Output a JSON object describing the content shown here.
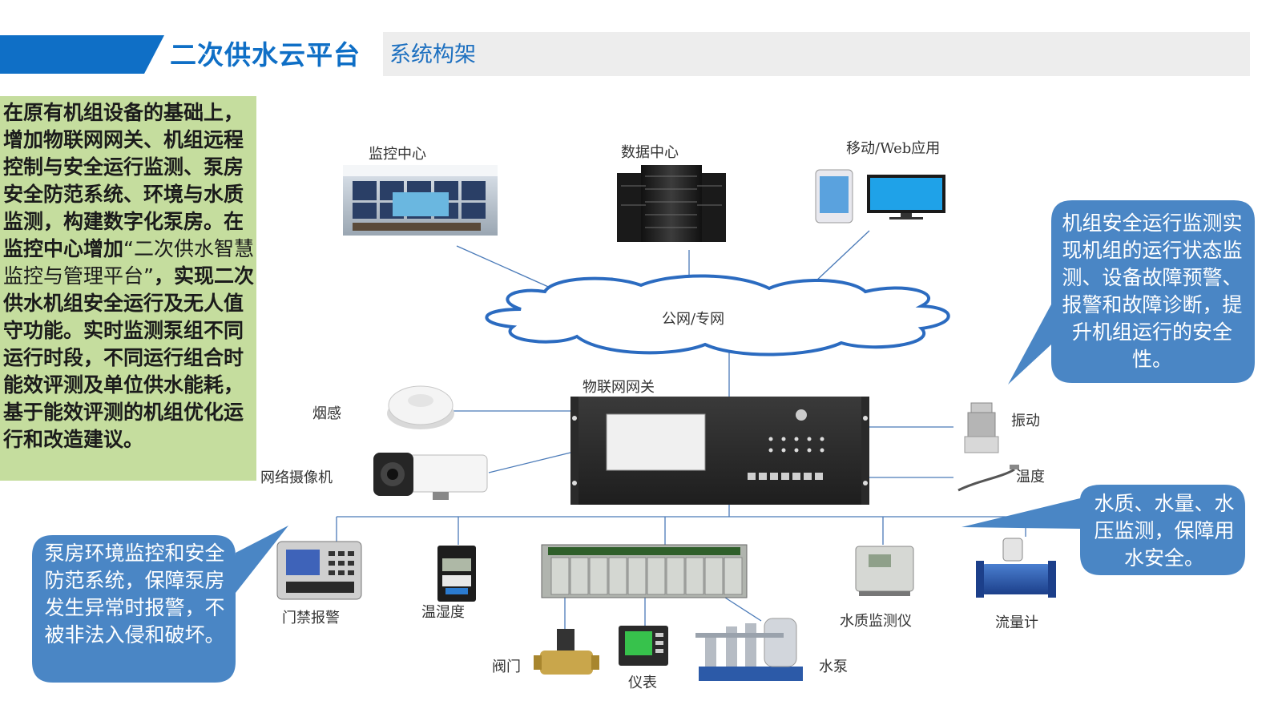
{
  "header": {
    "title": "二次供水云平台",
    "subtitle": "系统构架",
    "accent_color": "#0f6fc6"
  },
  "intro": {
    "bold_part1": "在原有机组设备的基础上，增加物联网网关、机组远程控制与安全运行监测、泵房安全防范系统、环境与水质监测，构建数字化泵房。在监控中心增加",
    "normal_part": "“二次供水智慧监控与管理平台”",
    "bold_part2": "，实现二次供水机组安全运行及无人值守功能。实时监测泵组不同运行时段，不同运行组合时能效评测及单位供水能耗，基于能效评测的机组优化运行和改造建议。",
    "background_color": "#c5dd9e"
  },
  "nodes": {
    "monitor_center": "监控中心",
    "data_center": "数据中心",
    "mobile_web": "移动/Web应用",
    "network": "公网/专网",
    "gateway": "物联网网关",
    "smoke": "烟感",
    "camera": "网络摄像机",
    "vibration": "振动",
    "temperature": "温度",
    "access_alarm": "门禁报警",
    "humidity": "温湿度",
    "valve": "阀门",
    "meter": "仪表",
    "pump": "水泵",
    "water_quality": "水质监测仪",
    "flowmeter": "流量计"
  },
  "callouts": {
    "safety": "机组安全运行监测实现机组的运行状态监测、设备故障预警、报警和故障诊断，提升机组运行的安全性。",
    "environment": "泵房环境监控和安全防范系统，保障泵房发生异常时报警，不被非法入侵和破坏。",
    "water": "水质、水量、水压监测，保障用水安全。",
    "color": "#4a86c5"
  },
  "icons": {
    "monitor_center": "control-room-icon",
    "data_center": "server-rack-icon",
    "mobile_web": "phone-monitor-icon",
    "gateway": "gateway-device-icon",
    "smoke": "smoke-detector-icon",
    "camera": "ip-camera-icon",
    "vibration": "vibration-sensor-icon",
    "temperature": "temperature-probe-icon",
    "access_alarm": "access-control-icon",
    "humidity": "hygrometer-icon",
    "plc": "plc-rack-icon",
    "valve": "solenoid-valve-icon",
    "meter": "panel-meter-icon",
    "pump": "pump-station-icon",
    "water_quality": "water-quality-analyzer-icon",
    "flowmeter": "flowmeter-icon"
  }
}
